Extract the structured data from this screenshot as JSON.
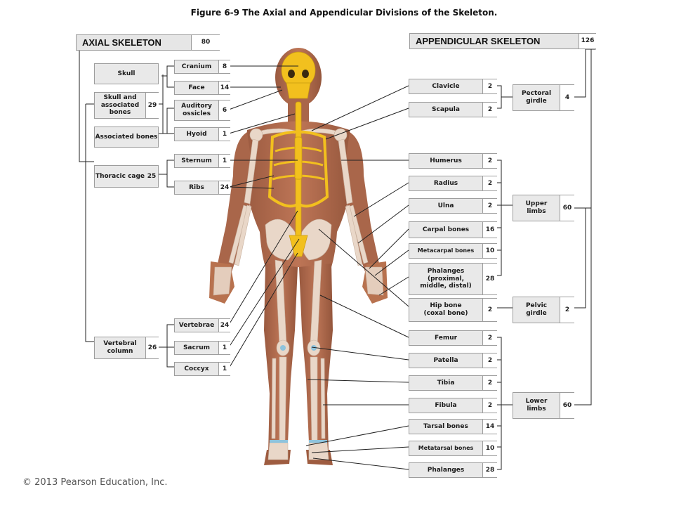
{
  "title": "Figure 6-9 The Axial and Appendicular Divisions of the Skeleton.",
  "copyright": "© 2013 Pearson Education, Inc.",
  "axial": {
    "label": "AXIAL SKELETON",
    "count": "80",
    "groups": {
      "skull": {
        "label": "Skull"
      },
      "skull_assoc": {
        "label": "Skull and associated bones",
        "count": "29"
      },
      "assoc": {
        "label": "Associated bones"
      },
      "thoracic": {
        "label": "Thoracic cage",
        "count": "25"
      },
      "vertebral": {
        "label": "Vertebral column",
        "count": "26"
      }
    },
    "bones": {
      "cranium": {
        "label": "Cranium",
        "count": "8"
      },
      "face": {
        "label": "Face",
        "count": "14"
      },
      "auditory": {
        "label": "Auditory ossicles",
        "count": "6"
      },
      "hyoid": {
        "label": "Hyoid",
        "count": "1"
      },
      "sternum": {
        "label": "Sternum",
        "count": "1"
      },
      "ribs": {
        "label": "Ribs",
        "count": "24"
      },
      "vertebrae": {
        "label": "Vertebrae",
        "count": "24"
      },
      "sacrum": {
        "label": "Sacrum",
        "count": "1"
      },
      "coccyx": {
        "label": "Coccyx",
        "count": "1"
      }
    }
  },
  "appendicular": {
    "label": "APPENDICULAR SKELETON",
    "count": "126",
    "groups": {
      "pectoral": {
        "label": "Pectoral girdle",
        "count": "4"
      },
      "upper": {
        "label": "Upper limbs",
        "count": "60"
      },
      "pelvic": {
        "label": "Pelvic girdle",
        "count": "2"
      },
      "lower": {
        "label": "Lower limbs",
        "count": "60"
      }
    },
    "bones": {
      "clavicle": {
        "label": "Clavicle",
        "count": "2"
      },
      "scapula": {
        "label": "Scapula",
        "count": "2"
      },
      "humerus": {
        "label": "Humerus",
        "count": "2"
      },
      "radius": {
        "label": "Radius",
        "count": "2"
      },
      "ulna": {
        "label": "Ulna",
        "count": "2"
      },
      "carpal": {
        "label": "Carpal bones",
        "count": "16"
      },
      "metacarpal": {
        "label": "Metacarpal bones",
        "count": "10"
      },
      "phalanges_hand": {
        "label": "Phalanges (proximal, middle, distal)",
        "count": "28"
      },
      "hip": {
        "label": "Hip bone (coxal bone)",
        "count": "2"
      },
      "femur": {
        "label": "Femur",
        "count": "2"
      },
      "patella": {
        "label": "Patella",
        "count": "2"
      },
      "tibia": {
        "label": "Tibia",
        "count": "2"
      },
      "fibula": {
        "label": "Fibula",
        "count": "2"
      },
      "tarsal": {
        "label": "Tarsal bones",
        "count": "14"
      },
      "metatarsal": {
        "label": "Metatarsal bones",
        "count": "10"
      },
      "phalanges_foot": {
        "label": "Phalanges",
        "count": "28"
      }
    }
  },
  "colors": {
    "axial_bone": "#f2c01e",
    "appendicular_bone": "#e9d7c8",
    "skin": "#b06a4c",
    "cartilage": "#8fc3dc",
    "box": "#e9e9e9"
  }
}
